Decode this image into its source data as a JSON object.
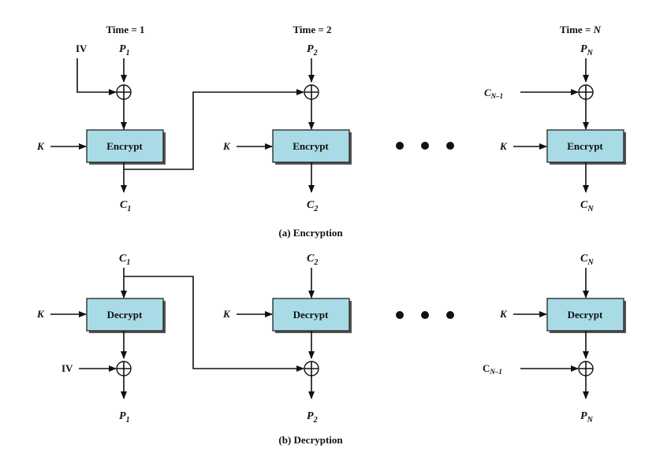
{
  "encryption": {
    "caption": "(a) Encryption",
    "times": [
      "Time = 1",
      "Time = 2",
      "Time = N"
    ],
    "iv": "IV",
    "key": "K",
    "box": "Encrypt",
    "prev_cipher": "C",
    "prev_cipher_sub": "N–1",
    "inputs": [
      {
        "base": "P",
        "sub": "1"
      },
      {
        "base": "P",
        "sub": "2"
      },
      {
        "base": "P",
        "sub": "N"
      }
    ],
    "outputs": [
      {
        "base": "C",
        "sub": "1"
      },
      {
        "base": "C",
        "sub": "2"
      },
      {
        "base": "C",
        "sub": "N"
      }
    ]
  },
  "decryption": {
    "caption": "(b) Decryption",
    "iv": "IV",
    "key": "K",
    "box": "Decrypt",
    "prev_cipher": "C",
    "prev_cipher_sub": "N–1",
    "inputs": [
      {
        "base": "C",
        "sub": "1"
      },
      {
        "base": "C",
        "sub": "2"
      },
      {
        "base": "C",
        "sub": "N"
      }
    ],
    "outputs": [
      {
        "base": "P",
        "sub": "1"
      },
      {
        "base": "P",
        "sub": "2"
      },
      {
        "base": "P",
        "sub": "N"
      }
    ]
  },
  "colors": {
    "box_fill": "#a9dbe6",
    "line": "#111111"
  }
}
